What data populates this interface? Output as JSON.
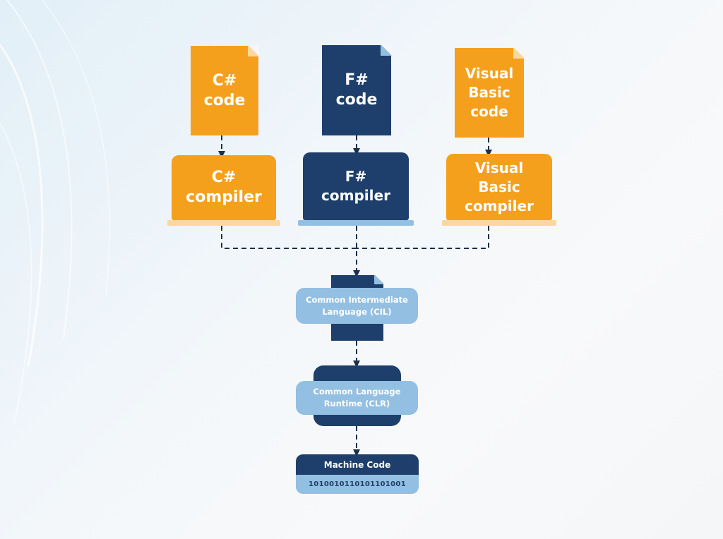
{
  "colors": {
    "orange": "#f5a01c",
    "navy": "#1e3f6b",
    "light_blue": "#93bfe2",
    "base_orange": "#fcd7a2",
    "base_blue": "#93bfe2",
    "line": "#1b2f4a"
  },
  "sources": {
    "csharp": {
      "line1": "C#",
      "line2": "code"
    },
    "fsharp": {
      "line1": "F#",
      "line2": "code"
    },
    "vb": {
      "line1": "Visual",
      "line2": "Basic",
      "line3": "code"
    }
  },
  "compilers": {
    "csharp": {
      "line1": "C#",
      "line2": "compiler"
    },
    "fsharp": {
      "line1": "F#",
      "line2": "compiler"
    },
    "vb": {
      "line1": "Visual",
      "line2": "Basic",
      "line3": "compiler"
    }
  },
  "cil": {
    "line1": "Common Intermediate",
    "line2": "Language (CIL)"
  },
  "clr": {
    "line1": "Common Language",
    "line2": "Runtime (CLR)"
  },
  "machine": {
    "title": "Machine Code",
    "binary": "1010010110101101001"
  }
}
